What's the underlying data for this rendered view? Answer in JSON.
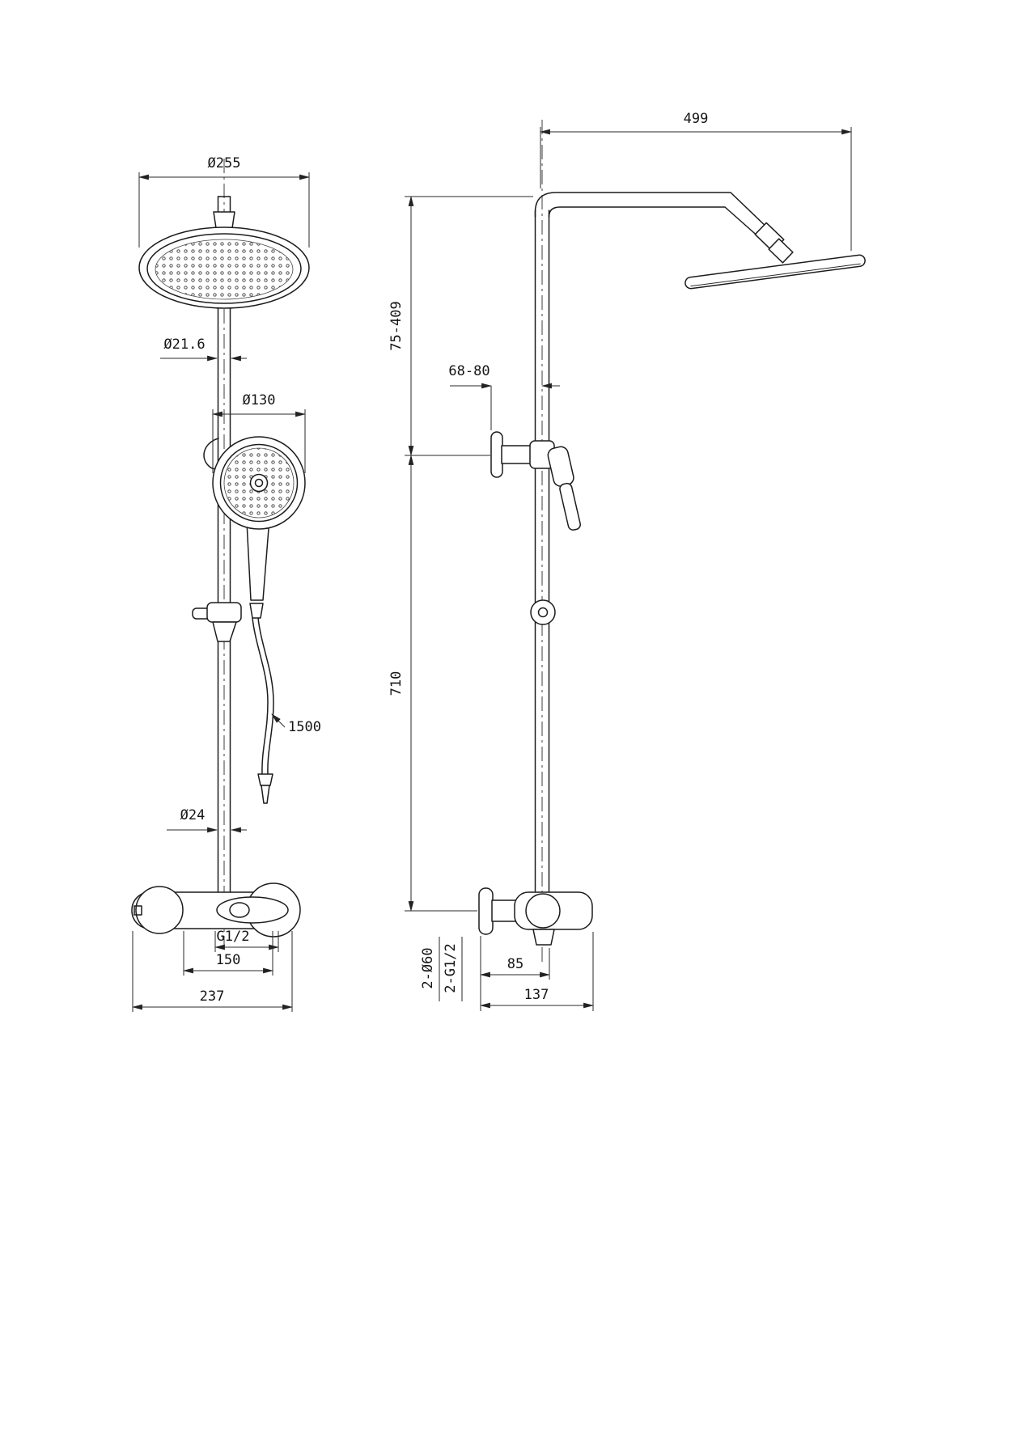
{
  "front_view": {
    "dim_head_diameter": "Ø255",
    "dim_riser_diameter": "Ø21.6",
    "dim_handshower_diameter": "Ø130",
    "dim_hose_length": "1500",
    "dim_rail_diameter": "Ø24",
    "dim_outlet_thread": "G1/2",
    "dim_inlet_spacing": "150",
    "dim_body_width": "237"
  },
  "side_view": {
    "dim_arm_reach": "499",
    "dim_upper_height_range": "75-409",
    "dim_bracket_offset_range": "68-80",
    "dim_lower_height": "710",
    "dim_escutcheon_count_diameter": "2-Ø60",
    "dim_connection_thread": "2-G1/2",
    "dim_wall_to_center": "85",
    "dim_valve_depth": "137"
  }
}
